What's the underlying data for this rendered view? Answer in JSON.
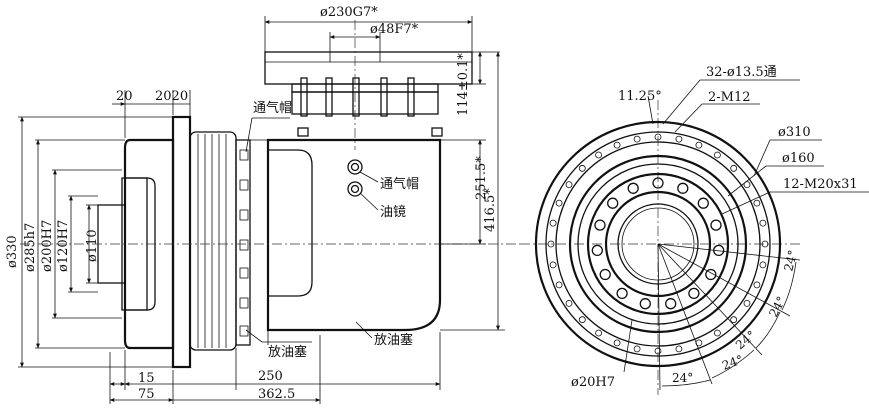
{
  "side_view": {
    "top_dims": {
      "d230": "ø230G7*",
      "d48": "ø48F7*"
    },
    "right_dims": {
      "h114": "114±0.1*",
      "h251": "251.5*",
      "h416": "416.5*"
    },
    "left_dims": {
      "d330": "ø330",
      "d285": "ø285h7",
      "d200": "ø200H7",
      "d120": "ø120H7",
      "d110": "ø110"
    },
    "top_small": {
      "w20a": "20",
      "w20b": "2020"
    },
    "bottom_dims": {
      "d15": "15",
      "d75": "75",
      "d250": "250",
      "d362": "362.5"
    },
    "callouts": {
      "vent_cap_top": "通气帽",
      "vent_cap_side": "通气帽",
      "oil_gauge": "油镜",
      "drain_plug_left": "放油塞",
      "drain_plug_right": "放油塞"
    }
  },
  "front_view": {
    "callouts": {
      "holes_32": "32-ø13.5通",
      "angle_11": "11.25°",
      "m12": "2-M12",
      "d310": "ø310",
      "d160": "ø160",
      "m20": "12-M20x31",
      "d20h7": "ø20H7"
    },
    "angles": [
      "24°",
      "24°",
      "24°",
      "24°",
      "24°"
    ]
  }
}
